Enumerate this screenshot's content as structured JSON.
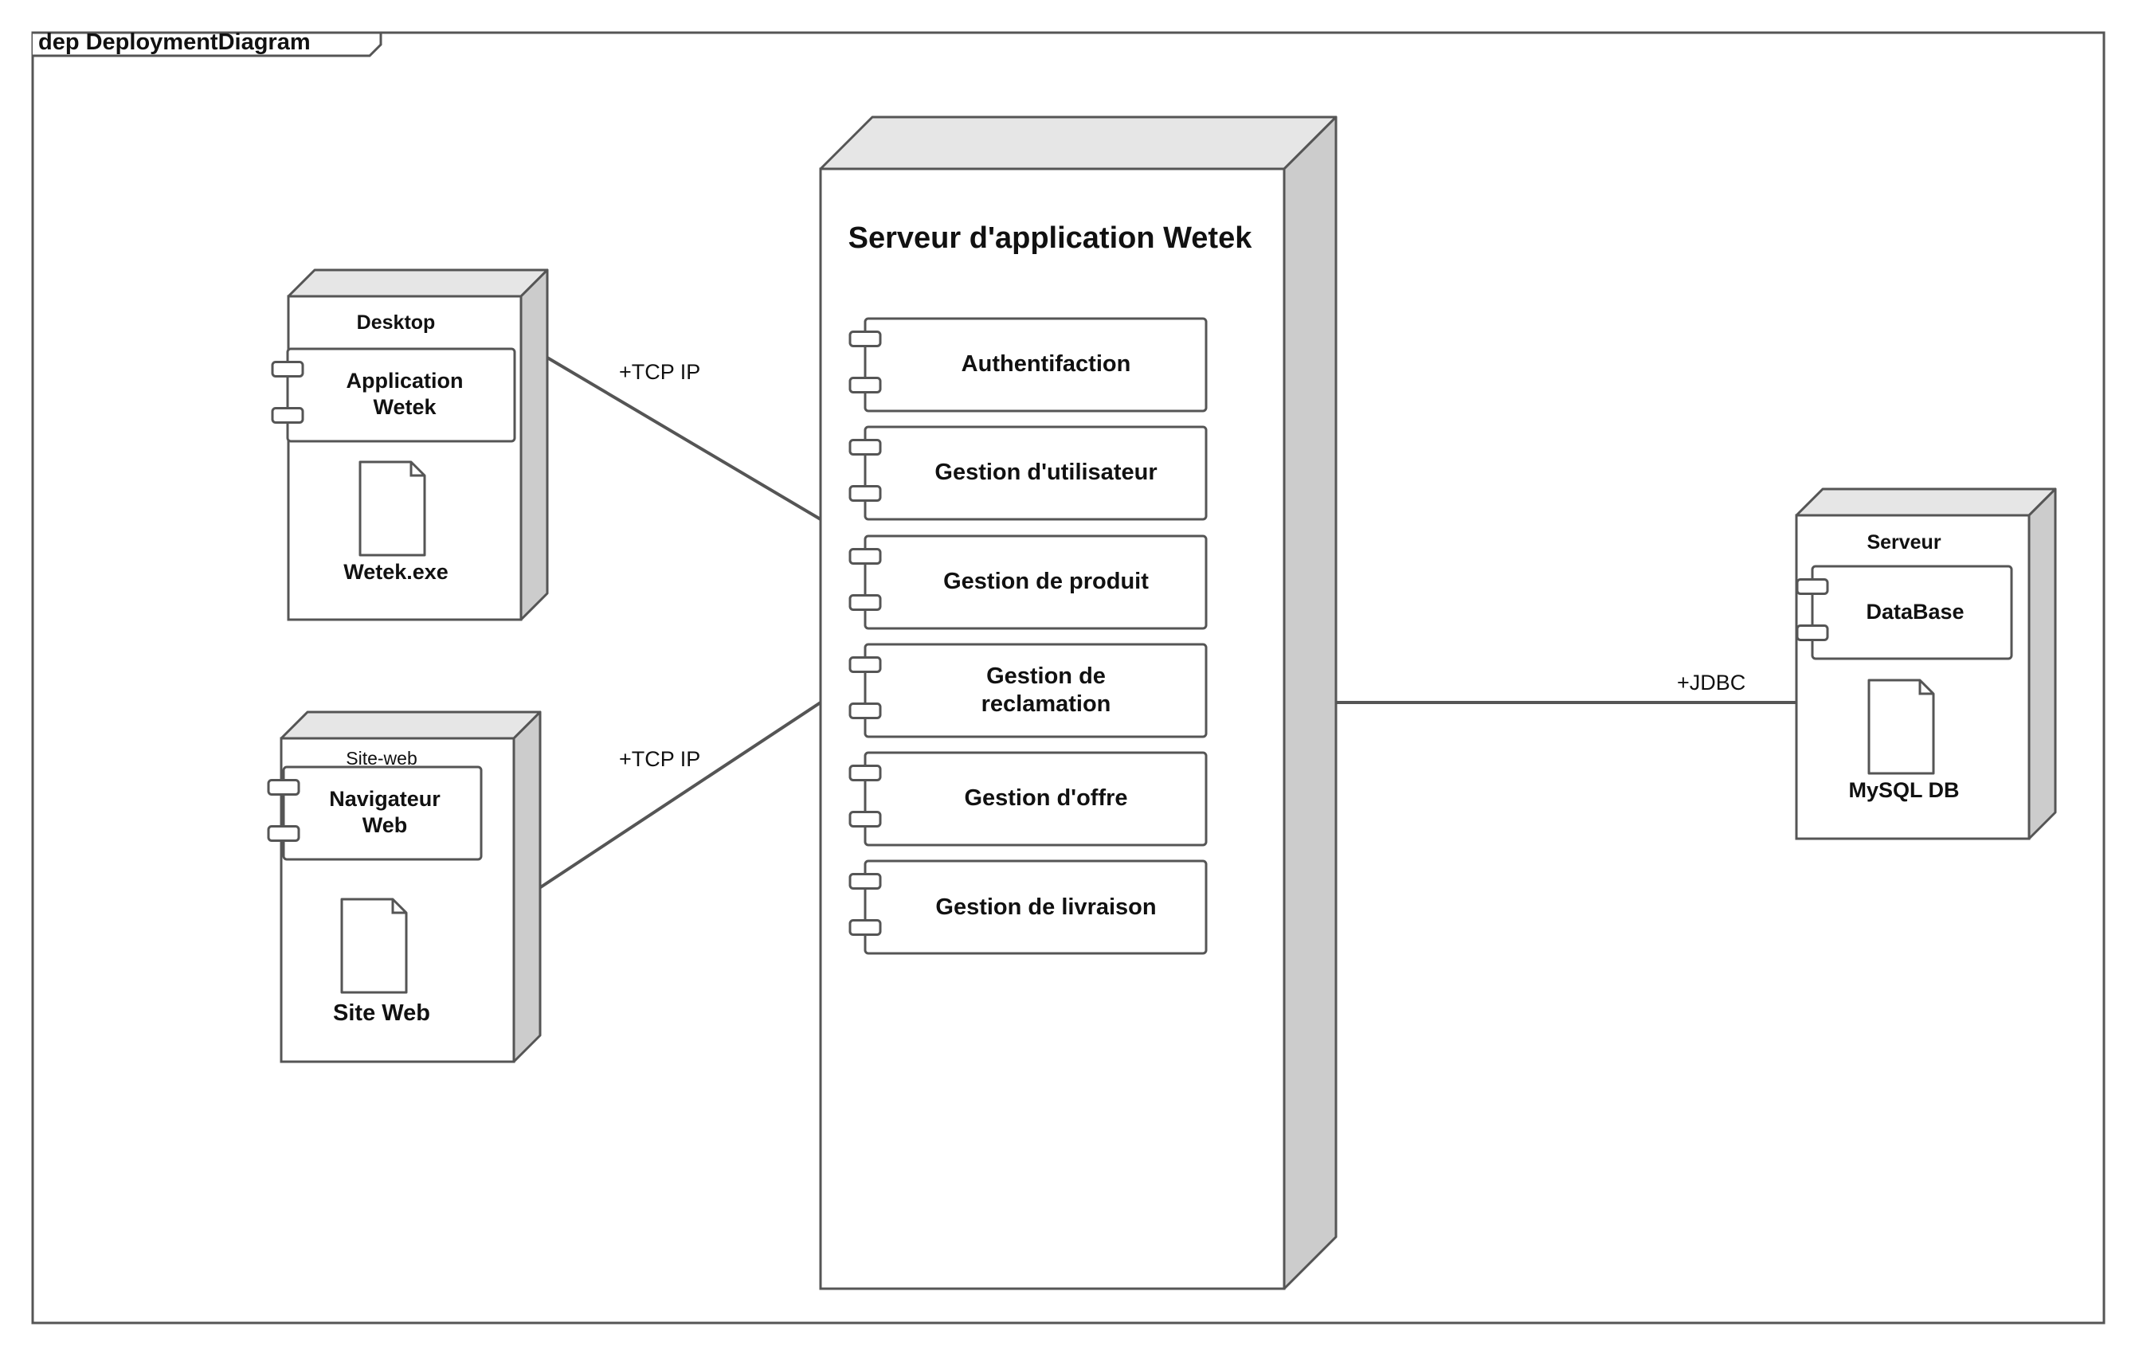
{
  "frame": {
    "title": "dep DeploymentDiagram"
  },
  "colors": {
    "stroke": "#555555",
    "node_top": "#e6e6e6",
    "node_side": "#cccccc",
    "fill": "#ffffff",
    "text": "#111111"
  },
  "nodes": {
    "desktop": {
      "label": "Desktop",
      "component": {
        "line1": "Application",
        "line2": "Wetek"
      },
      "artifact": "Wetek.exe"
    },
    "siteweb": {
      "label": "Site-web",
      "component": {
        "line1": "Navigateur",
        "line2": "Web"
      },
      "artifact": "Site Web"
    },
    "appserver": {
      "label": "Serveur d'application Wetek",
      "components": [
        {
          "line1": "Authentifaction",
          "line2": ""
        },
        {
          "line1": "Gestion d'utilisateur",
          "line2": ""
        },
        {
          "line1": "Gestion de produit",
          "line2": ""
        },
        {
          "line1": "Gestion de",
          "line2": "reclamation"
        },
        {
          "line1": "Gestion d'offre",
          "line2": ""
        },
        {
          "line1": "Gestion de livraison",
          "line2": ""
        }
      ]
    },
    "server": {
      "label": "Serveur",
      "component": {
        "line1": "DataBase",
        "line2": ""
      },
      "artifact": "MySQL DB"
    }
  },
  "connectors": {
    "desktop_app": {
      "label": "+TCP IP",
      "icon": "association-line"
    },
    "siteweb_app": {
      "label": "+TCP IP",
      "icon": "association-line"
    },
    "app_server": {
      "label": "+JDBC",
      "icon": "association-line"
    }
  }
}
